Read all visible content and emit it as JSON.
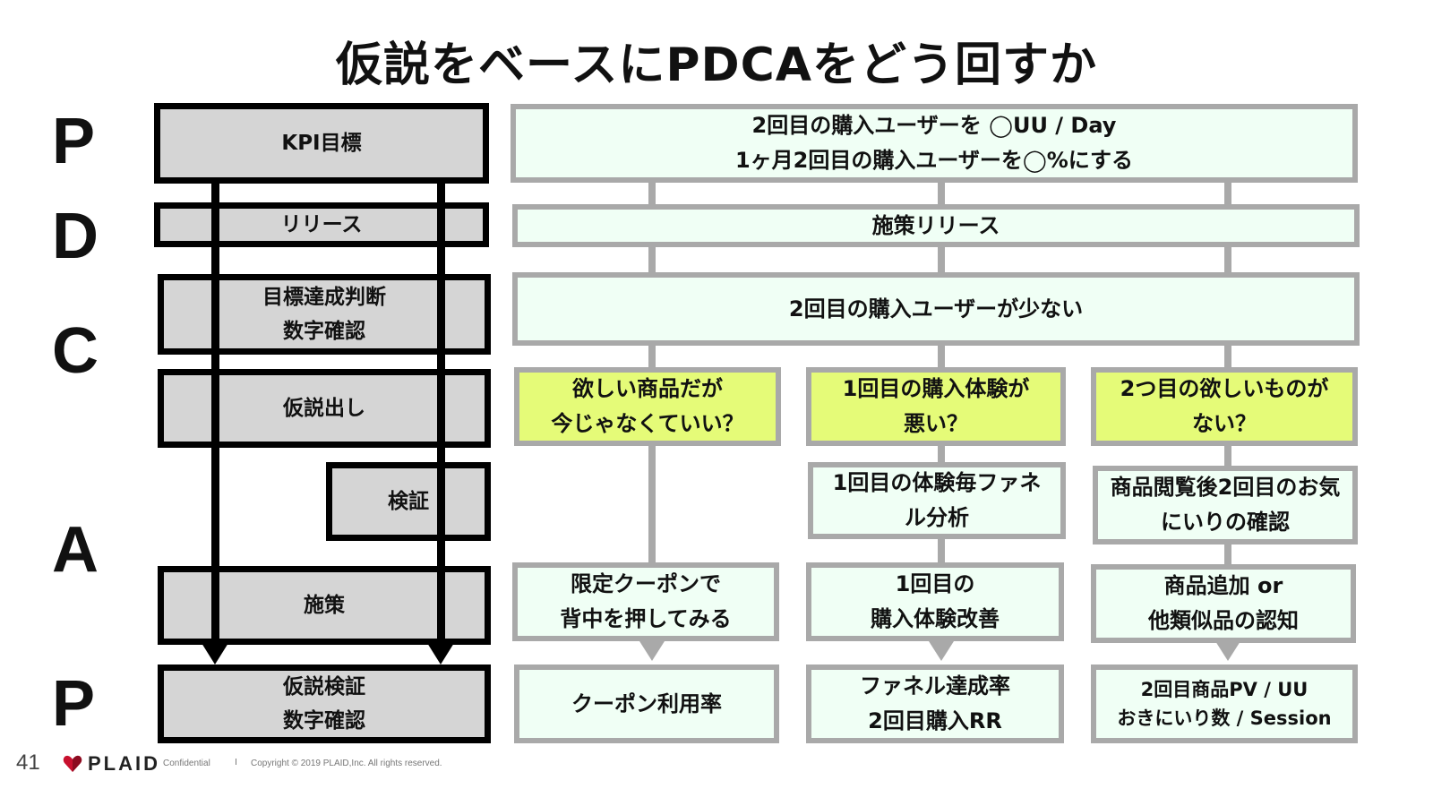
{
  "title": "仮説をベースにPDCAをどう回すか",
  "phases": [
    "P",
    "D",
    "C",
    "A",
    "P"
  ],
  "left_steps": {
    "kpi": "KPI目標",
    "release": "リリース",
    "judge": [
      "目標達成判断",
      "数字確認"
    ],
    "hypothesis": "仮説出し",
    "verify": "検証",
    "measure": "施策",
    "hypo_verify": [
      "仮説検証",
      "数字確認"
    ]
  },
  "flow": {
    "goal": [
      "2回目の購入ユーザーを ◯UU / Day",
      "1ヶ月2回目の購入ユーザーを◯%にする"
    ],
    "release": "施策リリース",
    "problem": "2回目の購入ユーザーが少ない",
    "hypotheses": [
      [
        "欲しい商品だが",
        "今じゃなくていい？"
      ],
      [
        "1回目の購入体験が",
        "悪い？"
      ],
      [
        "2つ目の欲しいものが",
        "ない？"
      ]
    ],
    "verifications": [
      [
        "1回目の体験毎ファネ",
        "ル分析"
      ],
      [
        "商品閲覧後2回目のお気",
        "にいりの確認"
      ]
    ],
    "measures": [
      [
        "限定クーポンで",
        "背中を押してみる"
      ],
      [
        "1回目の",
        "購入体験改善"
      ],
      [
        "商品追加 or",
        "他類似品の認知"
      ]
    ],
    "metrics": [
      [
        "クーポン利用率"
      ],
      [
        "ファネル達成率",
        "2回目購入RR"
      ],
      [
        "2回目商品PV / UU",
        "おきにいり数 / Session"
      ]
    ]
  },
  "footer": {
    "page": "41",
    "logo": "PLAID",
    "confidential": "Confidential",
    "separator": "I",
    "copyright": "Copyright © 2019 PLAID,Inc. All rights reserved."
  },
  "colors": {
    "left_box_fill": "#d5d5d5",
    "flow_box_fill": "#f0fff5",
    "hypothesis_fill": "#e5fb78",
    "connector": "#a9a9a9",
    "logo_heart": "#c8102e"
  }
}
